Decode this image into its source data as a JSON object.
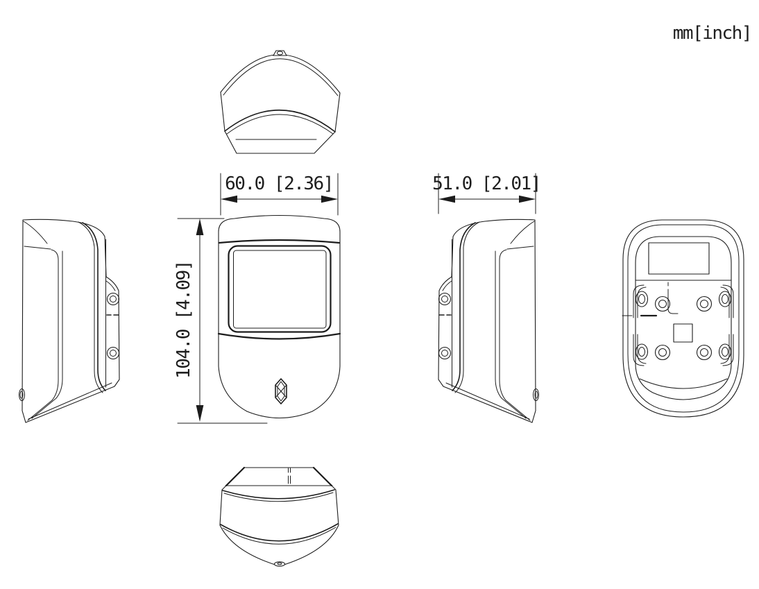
{
  "drawing": {
    "units_label": "mm[inch]",
    "dimensions": {
      "front_width": "60.0 [2.36]",
      "front_height": "104.0 [4.09]",
      "side_depth": "51.0 [2.01]"
    },
    "colors": {
      "line": "#1c1c1c",
      "background": "#ffffff"
    }
  }
}
